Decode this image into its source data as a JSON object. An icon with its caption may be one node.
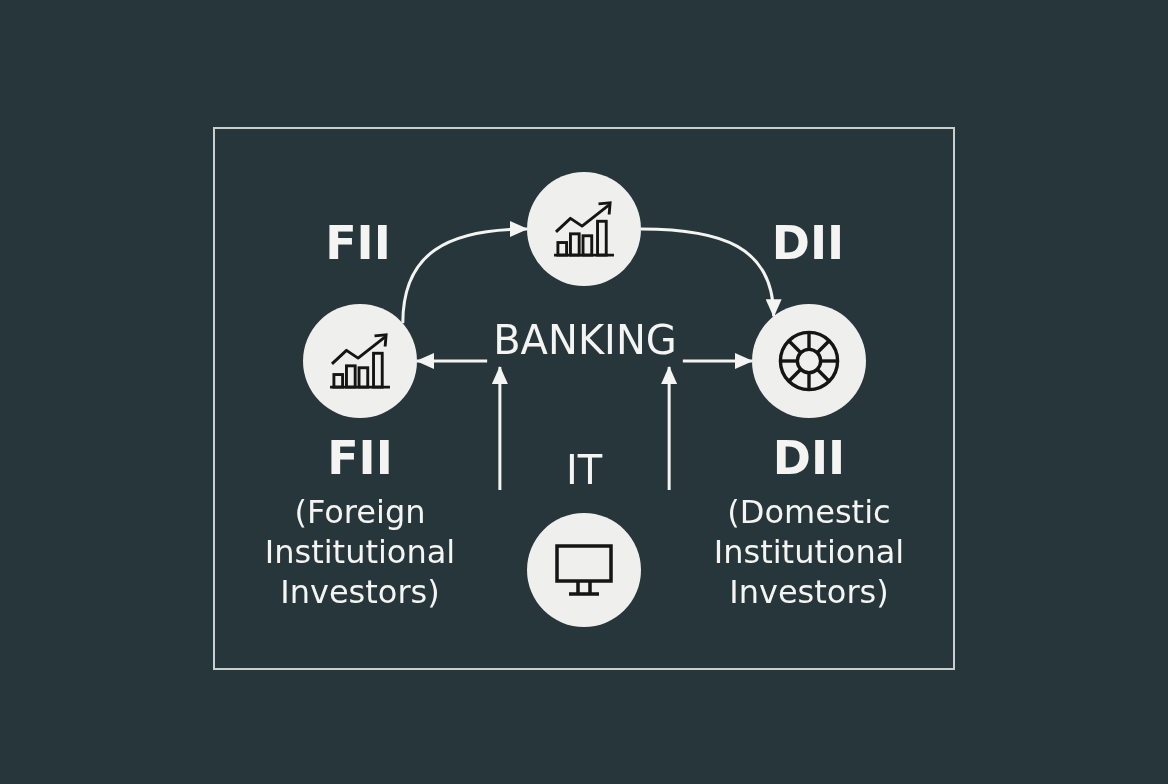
{
  "diagram": {
    "nodes": [
      {
        "text": [],
        "shape": "circle"
      },
      {
        "text": [],
        "shape": "circle",
        "beside": [
          "FII",
          "(Foreign Institutional Investors)"
        ]
      },
      {
        "text": [
          "BANKING"
        ]
      },
      {
        "text": [],
        "shape": "circle",
        "beside": [
          "DII",
          "(Domestic Institutional Investors)"
        ]
      },
      {
        "text": [],
        "shape": "circle",
        "beside": [
          "IT"
        ]
      }
    ],
    "edges": [
      {
        "from": 1,
        "to": 0,
        "arrow": "to"
      },
      {
        "from": 0,
        "to": 3,
        "arrow": "to"
      },
      {
        "from": 2,
        "to": 1,
        "arrow": "to"
      },
      {
        "from": 2,
        "to": 3,
        "arrow": "to"
      },
      {
        "from": null,
        "to": 2,
        "arrow": "to"
      },
      {
        "from": null,
        "to": 2,
        "arrow": "to"
      }
    ],
    "labels": [
      "FII",
      "DII"
    ]
  }
}
